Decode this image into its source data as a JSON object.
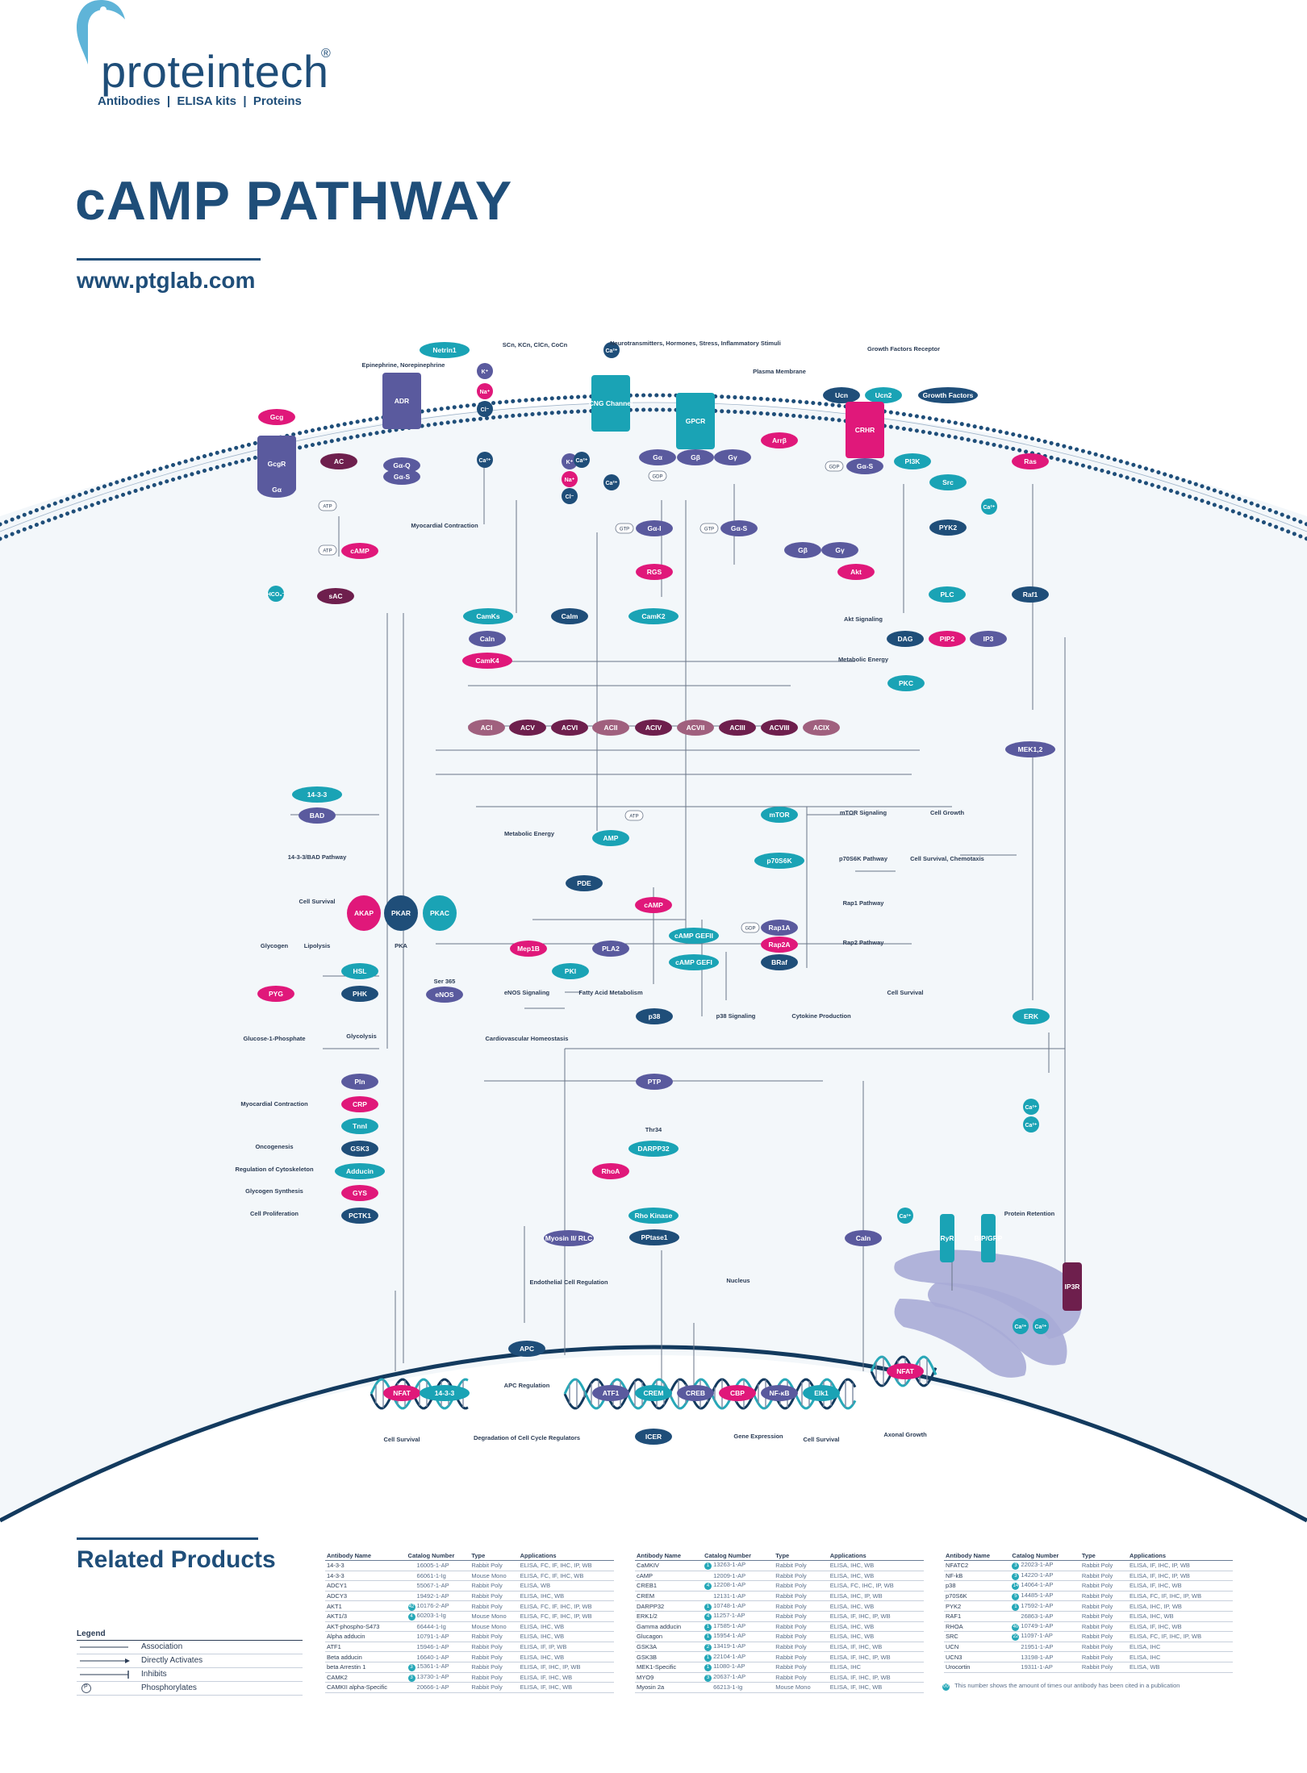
{
  "brand": {
    "name": "proteintech",
    "registered": "®",
    "tagline": "Antibodies  |  ELISA kits  |  Proteins"
  },
  "page": {
    "title": "cAMP PATHWAY",
    "url": "www.ptglab.com"
  },
  "colors": {
    "navy": "#1f4e79",
    "dark_navy": "#133a5e",
    "purple": "#5a5a9e",
    "magenta": "#e0187a",
    "teal": "#1aa3b5",
    "plum": "#6e1f4d",
    "mauve": "#a0607e",
    "membrane_blue": "#1f4e79",
    "cell_fill": "#f3f7fa"
  },
  "diagram": {
    "nodes": [
      {
        "id": "Gcg",
        "label": "Gcg",
        "color": "magenta"
      },
      {
        "id": "GcgR",
        "label": "GcgR",
        "color": "purple"
      },
      {
        "id": "Ga1",
        "label": "Gα",
        "color": "purple"
      },
      {
        "id": "AC",
        "label": "AC",
        "color": "plum"
      },
      {
        "id": "ADR",
        "label": "ADR",
        "color": "purple"
      },
      {
        "id": "GoQ",
        "label": "Gα-Q",
        "color": "purple"
      },
      {
        "id": "GoS1",
        "label": "Gα-S",
        "color": "purple"
      },
      {
        "id": "Netrin1",
        "label": "Netrin1",
        "color": "teal"
      },
      {
        "id": "Kp1",
        "label": "K⁺",
        "color": "purple"
      },
      {
        "id": "Nap1",
        "label": "Na⁺",
        "color": "magenta"
      },
      {
        "id": "Clm1",
        "label": "Cl⁻",
        "color": "navy"
      },
      {
        "id": "Ca1",
        "label": "Ca²⁺",
        "color": "navy"
      },
      {
        "id": "Kp2",
        "label": "K⁺",
        "color": "purple"
      },
      {
        "id": "Nap2",
        "label": "Na⁺",
        "color": "magenta"
      },
      {
        "id": "Clm2",
        "label": "Cl⁻",
        "color": "navy"
      },
      {
        "id": "Ca2",
        "label": "Ca²⁺",
        "color": "navy"
      },
      {
        "id": "Ca3",
        "label": "Ca²⁺",
        "color": "navy"
      },
      {
        "id": "Ca4",
        "label": "Ca²⁺",
        "color": "navy"
      },
      {
        "id": "CNG",
        "label": "CNG Channel",
        "color": "teal"
      },
      {
        "id": "GPCR",
        "label": "GPCR",
        "color": "teal"
      },
      {
        "id": "Ga2",
        "label": "Gα",
        "color": "purple"
      },
      {
        "id": "Gb1",
        "label": "Gβ",
        "color": "purple"
      },
      {
        "id": "Gy1",
        "label": "Gγ",
        "color": "purple"
      },
      {
        "id": "Arrb",
        "label": "Arrβ",
        "color": "magenta"
      },
      {
        "id": "Ucn",
        "label": "Ucn",
        "color": "navy"
      },
      {
        "id": "Ucn2",
        "label": "Ucn2",
        "color": "teal"
      },
      {
        "id": "CRHR",
        "label": "CRHR",
        "color": "magenta"
      },
      {
        "id": "GoS2",
        "label": "Gα-S",
        "color": "purple"
      },
      {
        "id": "GF",
        "label": "Growth Factors",
        "color": "navy"
      },
      {
        "id": "PI3K",
        "label": "PI3K",
        "color": "teal"
      },
      {
        "id": "Src",
        "label": "Src",
        "color": "teal"
      },
      {
        "id": "Ras",
        "label": "Ras",
        "color": "magenta"
      },
      {
        "id": "Ca5",
        "label": "Ca²⁺",
        "color": "teal"
      },
      {
        "id": "PYK2",
        "label": "PYK2",
        "color": "navy"
      },
      {
        "id": "cAMP1",
        "label": "cAMP",
        "color": "magenta"
      },
      {
        "id": "HCO3",
        "label": "HCO₃⁻",
        "color": "teal"
      },
      {
        "id": "sAC",
        "label": "sAC",
        "color": "plum"
      },
      {
        "id": "GoI",
        "label": "Gα-I",
        "color": "purple"
      },
      {
        "id": "GoS3",
        "label": "Gα-S",
        "color": "purple"
      },
      {
        "id": "Gb2",
        "label": "Gβ",
        "color": "purple"
      },
      {
        "id": "Gy2",
        "label": "Gγ",
        "color": "purple"
      },
      {
        "id": "RGS",
        "label": "RGS",
        "color": "magenta"
      },
      {
        "id": "Akt",
        "label": "Akt",
        "color": "magenta"
      },
      {
        "id": "PLC",
        "label": "PLC",
        "color": "teal"
      },
      {
        "id": "Raf1",
        "label": "Raf1",
        "color": "navy"
      },
      {
        "id": "CamKs",
        "label": "CamKs",
        "color": "teal"
      },
      {
        "id": "Calm",
        "label": "Calm",
        "color": "navy"
      },
      {
        "id": "CamK2",
        "label": "CamK2",
        "color": "teal"
      },
      {
        "id": "Caln1",
        "label": "Caln",
        "color": "purple"
      },
      {
        "id": "CamK4",
        "label": "CamK4",
        "color": "magenta"
      },
      {
        "id": "DAG",
        "label": "DAG",
        "color": "navy"
      },
      {
        "id": "PIP2",
        "label": "PIP2",
        "color": "magenta"
      },
      {
        "id": "IP3",
        "label": "IP3",
        "color": "purple"
      },
      {
        "id": "PKC",
        "label": "PKC",
        "color": "teal"
      },
      {
        "id": "ACI",
        "label": "ACI",
        "color": "mauve"
      },
      {
        "id": "ACV",
        "label": "ACV",
        "color": "plum"
      },
      {
        "id": "ACVI",
        "label": "ACVI",
        "color": "plum"
      },
      {
        "id": "ACII",
        "label": "ACII",
        "color": "mauve"
      },
      {
        "id": "ACIV",
        "label": "ACIV",
        "color": "plum"
      },
      {
        "id": "ACVII",
        "label": "ACVII",
        "color": "mauve"
      },
      {
        "id": "ACIII",
        "label": "ACIII",
        "color": "plum"
      },
      {
        "id": "ACVIII",
        "label": "ACVIII",
        "color": "plum"
      },
      {
        "id": "ACIX",
        "label": "ACIX",
        "color": "mauve"
      },
      {
        "id": "MEK12",
        "label": "MEK1,2",
        "color": "purple"
      },
      {
        "id": "p1433",
        "label": "14-3-3",
        "color": "teal"
      },
      {
        "id": "BAD",
        "label": "BAD",
        "color": "purple"
      },
      {
        "id": "mTOR",
        "label": "mTOR",
        "color": "teal"
      },
      {
        "id": "AMP",
        "label": "AMP",
        "color": "teal"
      },
      {
        "id": "p70S6K",
        "label": "p70S6K",
        "color": "teal"
      },
      {
        "id": "PDE",
        "label": "PDE",
        "color": "navy"
      },
      {
        "id": "cAMP2",
        "label": "cAMP",
        "color": "magenta"
      },
      {
        "id": "AKAP",
        "label": "AKAP",
        "color": "magenta"
      },
      {
        "id": "PKAR",
        "label": "PKAR",
        "color": "navy"
      },
      {
        "id": "PKAC",
        "label": "PKAC",
        "color": "teal"
      },
      {
        "id": "cAMPGEFII",
        "label": "cAMP GEFII",
        "color": "teal"
      },
      {
        "id": "cAMPGEFI",
        "label": "cAMP GEFI",
        "color": "teal"
      },
      {
        "id": "Rap1A",
        "label": "Rap1A",
        "color": "purple"
      },
      {
        "id": "Rap2A",
        "label": "Rap2A",
        "color": "magenta"
      },
      {
        "id": "BRaf",
        "label": "BRaf",
        "color": "navy"
      },
      {
        "id": "Mep1B",
        "label": "Mep1B",
        "color": "magenta"
      },
      {
        "id": "PLA2",
        "label": "PLA2",
        "color": "purple"
      },
      {
        "id": "PKI",
        "label": "PKI",
        "color": "teal"
      },
      {
        "id": "HSL",
        "label": "HSL",
        "color": "teal"
      },
      {
        "id": "PYG",
        "label": "PYG",
        "color": "magenta"
      },
      {
        "id": "PHK",
        "label": "PHK",
        "color": "navy"
      },
      {
        "id": "eNOS",
        "label": "eNOS",
        "color": "purple"
      },
      {
        "id": "p38",
        "label": "p38",
        "color": "navy"
      },
      {
        "id": "ERK",
        "label": "ERK",
        "color": "teal"
      },
      {
        "id": "PTP",
        "label": "PTP",
        "color": "purple"
      },
      {
        "id": "Pln",
        "label": "Pln",
        "color": "purple"
      },
      {
        "id": "CRP",
        "label": "CRP",
        "color": "magenta"
      },
      {
        "id": "TnnI",
        "label": "TnnI",
        "color": "teal"
      },
      {
        "id": "Ca6",
        "label": "Ca²⁺",
        "color": "teal"
      },
      {
        "id": "Ca7",
        "label": "Ca²⁺",
        "color": "teal"
      },
      {
        "id": "GSK3",
        "label": "GSK3",
        "color": "navy"
      },
      {
        "id": "DARPP32",
        "label": "DARPP32",
        "color": "teal"
      },
      {
        "id": "Adducin",
        "label": "Adducin",
        "color": "teal"
      },
      {
        "id": "RhoA",
        "label": "RhoA",
        "color": "magenta"
      },
      {
        "id": "GYS",
        "label": "GYS",
        "color": "magenta"
      },
      {
        "id": "PCTK1",
        "label": "PCTK1",
        "color": "navy"
      },
      {
        "id": "RhoKinase",
        "label": "Rho Kinase",
        "color": "teal"
      },
      {
        "id": "MyosinII",
        "label": "Myosin II/ RLC",
        "color": "purple"
      },
      {
        "id": "PPtase1",
        "label": "PPtase1",
        "color": "navy"
      },
      {
        "id": "Ca8",
        "label": "Ca²⁺",
        "color": "teal"
      },
      {
        "id": "Caln2",
        "label": "Caln",
        "color": "purple"
      },
      {
        "id": "RyR",
        "label": "RyR",
        "color": "teal"
      },
      {
        "id": "BiPGRP",
        "label": "BiP/GRP",
        "color": "teal"
      },
      {
        "id": "IP3R",
        "label": "IP3R",
        "color": "plum"
      },
      {
        "id": "Ca9",
        "label": "Ca²⁺",
        "color": "teal"
      },
      {
        "id": "Ca10",
        "label": "Ca²⁺",
        "color": "teal"
      },
      {
        "id": "APC",
        "label": "APC",
        "color": "navy"
      },
      {
        "id": "NFAT1",
        "label": "NFAT",
        "color": "magenta"
      },
      {
        "id": "p1433b",
        "label": "14-3-3",
        "color": "teal"
      },
      {
        "id": "ATF1",
        "label": "ATF1",
        "color": "purple"
      },
      {
        "id": "CREM",
        "label": "CREM",
        "color": "teal"
      },
      {
        "id": "CREB",
        "label": "CREB",
        "color": "purple"
      },
      {
        "id": "CBP",
        "label": "CBP",
        "color": "magenta"
      },
      {
        "id": "NFkB",
        "label": "NF-κB",
        "color": "purple"
      },
      {
        "id": "Elk1",
        "label": "Elk1",
        "color": "teal"
      },
      {
        "id": "NFAT2",
        "label": "NFAT",
        "color": "magenta"
      },
      {
        "id": "ICER",
        "label": "ICER",
        "color": "navy"
      }
    ],
    "labels": [
      "Epinephrine, Norepinephrine",
      "SCn, KCn, ClCn, CoCn",
      "Neurotransmitters, Hormones, Stress, Inflammatory Stimuli",
      "Plasma Membrane",
      "Growth Factors Receptor",
      "Myocardial Contraction",
      "Akt Signaling",
      "Metabolic Energy",
      "14-3-3/BAD Pathway",
      "Cell Survival",
      "Metabolic Energy",
      "mTOR Signaling",
      "Cell Growth",
      "p70S6K Pathway",
      "Cell Survival, Chemotaxis",
      "Rap1 Pathway",
      "Rap2 Pathway",
      "Cell Survival",
      "Glycogen",
      "Lipolysis",
      "PKA",
      "Ser 365",
      "eNOS Signaling",
      "Cardiovascular Homeostasis",
      "Fatty Acid Metabolism",
      "p38 Signaling",
      "Cytokine Production",
      "Glucose-1-Phosphate",
      "Glycolysis",
      "Myocardial Contraction",
      "Thr34",
      "Oncogenesis",
      "Regulation of Cytoskeleton",
      "Glycogen Synthesis",
      "Cell Proliferation",
      "Endothelial Cell Regulation",
      "Protein Retention",
      "Nucleus",
      "APC Regulation",
      "Degradation of Cell Cycle Regulators",
      "Cell Survival",
      "Gene Expression",
      "Cell Survival",
      "Axonal Growth"
    ],
    "small_tags": [
      "ATP",
      "ATP",
      "GDP",
      "GTP",
      "GTP",
      "GDP",
      "ATP",
      "GDP"
    ]
  },
  "related_products": {
    "title": "Related Products",
    "columns": [
      "Antibody Name",
      "Catalog Number",
      "Type",
      "Applications"
    ],
    "tables": [
      [
        [
          "14-3-3",
          "16005-1-AP",
          "Rabbit Poly",
          "ELISA, FC, IF, IHC, IP, WB",
          ""
        ],
        [
          "14-3-3",
          "66061-1-Ig",
          "Mouse Mono",
          "ELISA, FC, IF, IHC, WB",
          ""
        ],
        [
          "ADCY1",
          "55067-1-AP",
          "Rabbit Poly",
          "ELISA, WB",
          ""
        ],
        [
          "ADCY3",
          "19492-1-AP",
          "Rabbit Poly",
          "ELISA, IHC, WB",
          ""
        ],
        [
          "AKT1",
          "10176-2-AP",
          "Rabbit Poly",
          "ELISA, FC, IF, IHC, IP, WB",
          "42"
        ],
        [
          "AKT1/3",
          "60203-1-Ig",
          "Mouse Mono",
          "ELISA, FC, IF, IHC, IP, WB",
          "4"
        ],
        [
          "AKT-phospho-S473",
          "66444-1-Ig",
          "Mouse Mono",
          "ELISA, IHC, WB",
          ""
        ],
        [
          "Alpha adducin",
          "10791-1-AP",
          "Rabbit Poly",
          "ELISA, IHC, WB",
          ""
        ],
        [
          "ATF1",
          "15946-1-AP",
          "Rabbit Poly",
          "ELISA, IF, IP, WB",
          ""
        ],
        [
          "Beta adducin",
          "16640-1-AP",
          "Rabbit Poly",
          "ELISA, IHC, WB",
          ""
        ],
        [
          "beta Arrestin 1",
          "15361-1-AP",
          "Rabbit Poly",
          "ELISA, IF, IHC, IP, WB",
          "3"
        ],
        [
          "CAMK2",
          "13730-1-AP",
          "Rabbit Poly",
          "ELISA, IF, IHC, WB",
          "3"
        ],
        [
          "CAMKII alpha-Specific",
          "20666-1-AP",
          "Rabbit Poly",
          "ELISA, IF, IHC, WB",
          ""
        ]
      ],
      [
        [
          "CaMKIV",
          "13263-1-AP",
          "Rabbit Poly",
          "ELISA, IHC, WB",
          "1"
        ],
        [
          "cAMP",
          "12009-1-AP",
          "Rabbit Poly",
          "ELISA, IHC, WB",
          ""
        ],
        [
          "CREB1",
          "12208-1-AP",
          "Rabbit Poly",
          "ELISA, FC, IHC, IP, WB",
          "4"
        ],
        [
          "CREM",
          "12131-1-AP",
          "Rabbit Poly",
          "ELISA, IHC, IP, WB",
          ""
        ],
        [
          "DARPP32",
          "10748-1-AP",
          "Rabbit Poly",
          "ELISA, IHC, WB",
          "1"
        ],
        [
          "ERK1/2",
          "11257-1-AP",
          "Rabbit Poly",
          "ELISA, IF, IHC, IP, WB",
          "4"
        ],
        [
          "Gamma adducin",
          "17585-1-AP",
          "Rabbit Poly",
          "ELISA, IHC, WB",
          "1"
        ],
        [
          "Glucagon",
          "15954-1-AP",
          "Rabbit Poly",
          "ELISA, IHC, WB",
          "1"
        ],
        [
          "GSK3A",
          "13419-1-AP",
          "Rabbit Poly",
          "ELISA, IF, IHC, WB",
          "2"
        ],
        [
          "GSK3B",
          "22104-1-AP",
          "Rabbit Poly",
          "ELISA, IF, IHC, IP, WB",
          "1"
        ],
        [
          "MEK1-Specific",
          "11080-1-AP",
          "Rabbit Poly",
          "ELISA, IHC",
          "1"
        ],
        [
          "MYO9",
          "20637-1-AP",
          "Rabbit Poly",
          "ELISA, IF, IHC, IP, WB",
          "3"
        ],
        [
          "Myosin 2a",
          "66213-1-Ig",
          "Mouse Mono",
          "ELISA, IF, IHC, WB",
          ""
        ]
      ],
      [
        [
          "NFATC2",
          "22023-1-AP",
          "Rabbit Poly",
          "ELISA, IF, IHC, IP, WB",
          "3"
        ],
        [
          "NF-kB",
          "14220-1-AP",
          "Rabbit Poly",
          "ELISA, IF, IHC, IP, WB",
          "3"
        ],
        [
          "p38",
          "14064-1-AP",
          "Rabbit Poly",
          "ELISA, IF, IHC, WB",
          "14"
        ],
        [
          "p70S6K",
          "14485-1-AP",
          "Rabbit Poly",
          "ELISA, FC, IF, IHC, IP, WB",
          "5"
        ],
        [
          "PYK2",
          "17592-1-AP",
          "Rabbit Poly",
          "ELISA, IHC, IP, WB",
          "1"
        ],
        [
          "RAF1",
          "26863-1-AP",
          "Rabbit Poly",
          "ELISA, IHC, WB",
          ""
        ],
        [
          "RHOA",
          "10749-1-AP",
          "Rabbit Poly",
          "ELISA, IF, IHC, WB",
          "40"
        ],
        [
          "SRC",
          "11097-1-AP",
          "Rabbit Poly",
          "ELISA, FC, IF, IHC, IP, WB",
          "22"
        ],
        [
          "UCN",
          "21951-1-AP",
          "Rabbit Poly",
          "ELISA, IHC",
          ""
        ],
        [
          "UCN3",
          "13198-1-AP",
          "Rabbit Poly",
          "ELISA, IHC",
          ""
        ],
        [
          "Urocortin",
          "19311-1-AP",
          "Rabbit Poly",
          "ELISA, WB",
          ""
        ]
      ]
    ],
    "footnote": "This number shows the amount of times our antibody has been cited in a publication",
    "footnote_badge": "00"
  },
  "legend": {
    "title": "Legend",
    "items": [
      "Association",
      "Directly Activates",
      "Inhibits",
      "Phosphorylates"
    ],
    "phospho_symbol": "P"
  }
}
